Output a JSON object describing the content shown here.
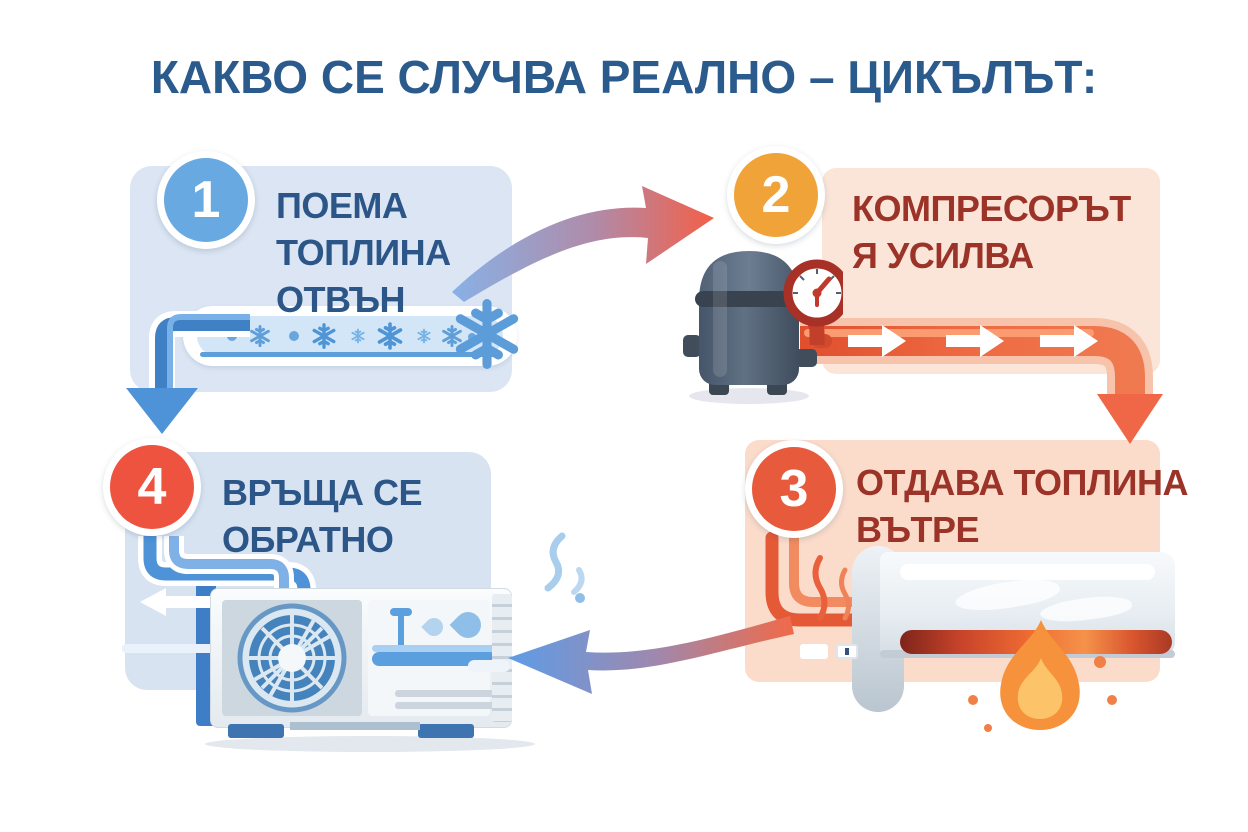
{
  "title": "КАКВО СЕ СЛУЧВА РЕАЛНО – ЦИКЪЛЪТ:",
  "steps": [
    {
      "number": "1",
      "label": "ПОЕМА\nТОПЛИНА\nОТВЪН"
    },
    {
      "number": "2",
      "label": "КОМПРЕСОРЪТ\nЯ УСИЛВА"
    },
    {
      "number": "3",
      "label": "ОТДАВА ТОПЛИНА\nВЪТРЕ"
    },
    {
      "number": "4",
      "label": "ВРЪЩА СЕ\nОБРАТНО"
    }
  ],
  "colors": {
    "title_text": "#2b5a8c",
    "cool_text": "#2b5687",
    "warm_text": "#9c3328",
    "step1_accent": "#69a9e1",
    "step2_accent": "#f0a338",
    "step3_accent": "#e75a3b",
    "step4_accent": "#ee5340",
    "cool_panel": "#dbe5f3",
    "warm_panel": "#fae5d8",
    "cold_pipe": "#4e92d8",
    "hot_pipe": "#e8603c"
  },
  "icons": {
    "step1_pipe": "snowflake-icon",
    "step2_device": "compressor-icon",
    "step2_gauge": "pressure-gauge-icon",
    "step3_device": "indoor-ac-unit-icon",
    "step3_heat": "flame-icon",
    "step4_device": "outdoor-unit-icon",
    "step4_fan": "fan-icon",
    "step4_water": "water-drop-icon",
    "flow_1_to_2": "curved-arrow-right-icon",
    "flow_2_to_3": "pipe-arrow-down-icon",
    "flow_3_to_4": "curved-arrow-left-icon",
    "flow_1_to_4": "pipe-arrow-down-icon"
  }
}
